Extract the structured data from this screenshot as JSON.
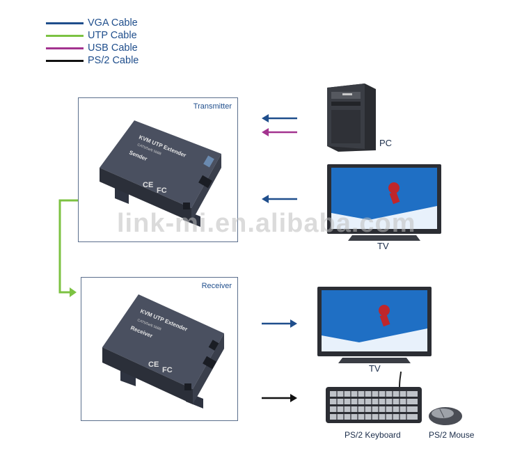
{
  "legend": [
    {
      "label": "VGA Cable",
      "color": "#1f4e8c"
    },
    {
      "label": "UTP Cable",
      "color": "#7cc242"
    },
    {
      "label": "USB Cable",
      "color": "#a3338f"
    },
    {
      "label": "PS/2 Cable",
      "color": "#111111"
    }
  ],
  "transmitter": {
    "title": "Transmitter",
    "device_lines": [
      "KVM UTP Extender",
      "CAT5/5e/6 568B",
      "Sender"
    ],
    "marks": [
      "CE",
      "FC"
    ]
  },
  "receiver": {
    "title": "Receiver",
    "device_lines": [
      "KVM UTP Extender",
      "CAT5/5e/6 568B",
      "Receiver"
    ],
    "marks": [
      "CE",
      "FC"
    ]
  },
  "devices": {
    "pc": "PC",
    "tv_top": "TV",
    "tv_bottom": "TV",
    "keyboard": "PS/2 Keyboard",
    "mouse": "PS/2 Mouse"
  },
  "watermark": "link-mi.en.alibaba.com"
}
